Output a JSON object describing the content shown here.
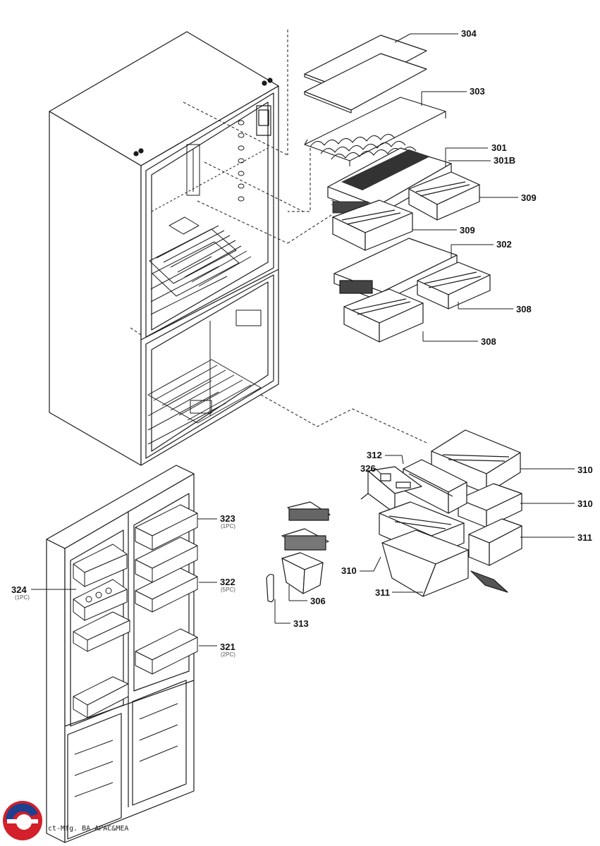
{
  "labels": {
    "p304": "304",
    "p303": "303",
    "p301": "301",
    "p301b": "301B",
    "p309a": "309",
    "p309b": "309",
    "p302": "302",
    "p308a": "308",
    "p308b": "308",
    "p310a": "310",
    "p310b": "310",
    "p310c": "310",
    "p311a": "311",
    "p311b": "311",
    "p312": "312",
    "p326": "326",
    "p323": "323",
    "p322": "322",
    "p321": "321",
    "p324": "324",
    "p306": "306",
    "p313": "313"
  },
  "quantities": {
    "q323": "(1PC)",
    "q322": "(5PC)",
    "q321": "(2PC)",
    "q324": "(1PC)"
  },
  "footer": "ct-Mfg. BA APAC&MEA",
  "colors": {
    "line": "#1a1a1a",
    "label": "#111111",
    "logo_red": "#d3202a",
    "logo_blue": "#1f3f8f"
  }
}
